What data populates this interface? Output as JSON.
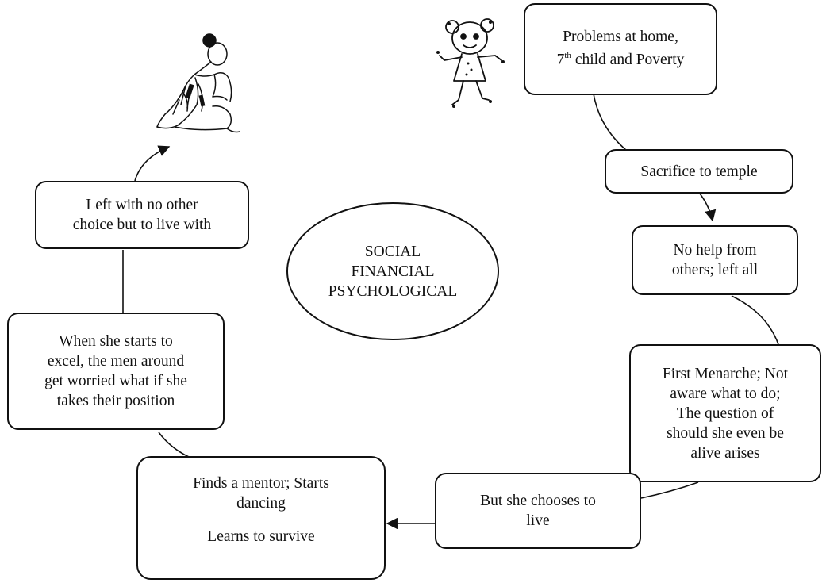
{
  "center": {
    "lines": [
      "SOCIAL",
      "FINANCIAL",
      "PSYCHOLOGICAL"
    ]
  },
  "steps": {
    "problems": {
      "line1": "Problems at home,",
      "line2_pre": "7",
      "line2_sup": "th",
      "line2_post": " child and Poverty"
    },
    "sacrifice": {
      "text": "Sacrifice to temple"
    },
    "no_help": {
      "lines": [
        "No help from",
        "others; left all"
      ]
    },
    "menarche": {
      "lines": [
        "First Menarche; Not",
        "aware what to do;",
        "The question of",
        "should she even be",
        "alive arises"
      ]
    },
    "chooses": {
      "lines": [
        "But she chooses to",
        "live"
      ]
    },
    "mentor": {
      "lines": [
        "Finds a mentor; Starts",
        "dancing"
      ],
      "extra": "Learns to survive"
    },
    "excel": {
      "lines": [
        "When she starts to",
        "excel, the men around",
        "get worried what if she",
        "takes their position"
      ]
    },
    "left": {
      "lines": [
        "Left with no other",
        "choice but to live with"
      ]
    }
  },
  "illustrations": [
    "girl-doodle-icon",
    "kneeling-woman-icon"
  ],
  "colors": {
    "ink": "#111111",
    "background": "#ffffff"
  }
}
